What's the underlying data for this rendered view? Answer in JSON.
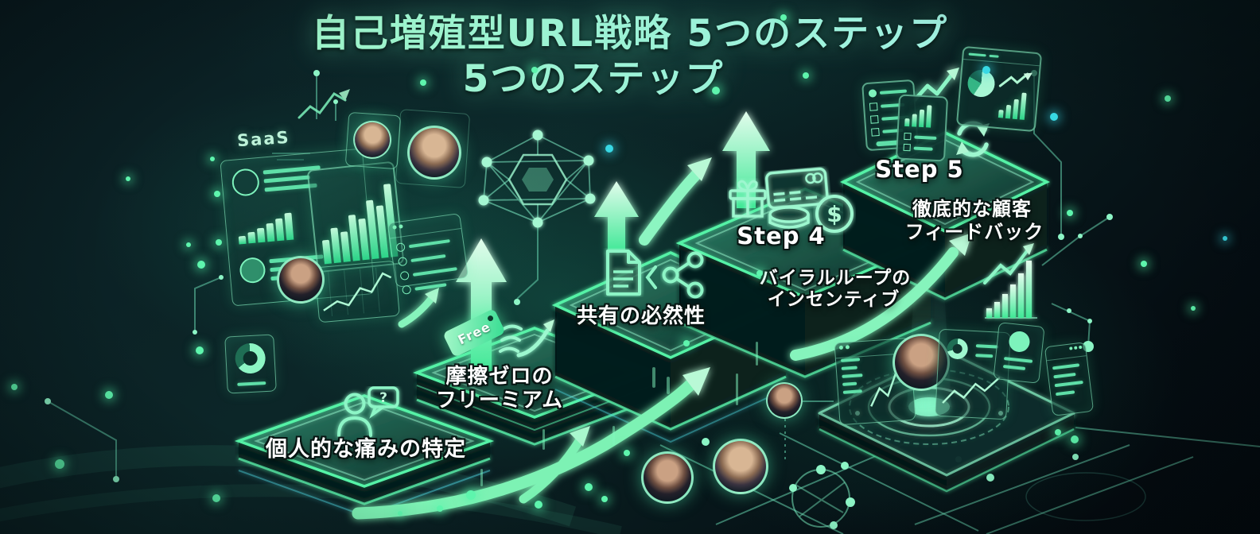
{
  "title": {
    "line1": "自己増殖型URL戦略 5つのステップ",
    "line2": "5つのステップ"
  },
  "badges": {
    "saas": "SaaS",
    "free_tag": "Free",
    "question_mark": "?",
    "dollar_sign": "$"
  },
  "steps": [
    {
      "step_label": "",
      "line1": "個人的な痛みの特定",
      "line2": "",
      "icons": [
        "person-question-icon"
      ]
    },
    {
      "step_label": "",
      "line1": "摩擦ゼロの",
      "line2": "フリーミアム",
      "icons": [
        "free-tag-icon",
        "growth-squiggle-icon"
      ]
    },
    {
      "step_label": "",
      "line1": "共有の必然性",
      "line2": "",
      "icons": [
        "document-icon",
        "share-icon"
      ]
    },
    {
      "step_label": "Step 4",
      "line1": "バイラルループの",
      "line2": "インセンティブ",
      "icons": [
        "gift-icon",
        "credit-card-icon",
        "coins-icon",
        "dollar-coin-icon"
      ]
    },
    {
      "step_label": "Step 5",
      "line1": "徹底的な顧客",
      "line2": "フィードバック",
      "icons": [
        "survey-card-icon",
        "chart-card-icon",
        "refresh-icon"
      ]
    }
  ],
  "colors": {
    "background_dark": "#050d12",
    "background_teal": "#0d2d2b",
    "neon_green": "#52f0a4",
    "mint": "#9df5c9",
    "cyan_accent": "#38d8e4",
    "label_text": "#ffffff"
  }
}
